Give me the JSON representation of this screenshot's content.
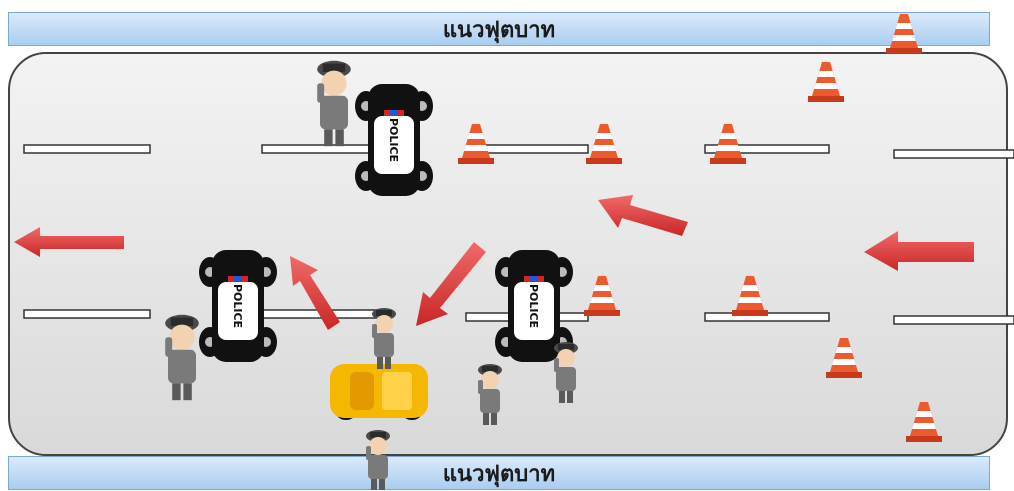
{
  "sidewalk_top_label": "แนวฟุตบาท",
  "sidewalk_bottom_label": "แนวฟุตบาท",
  "police_car_label": "POLICE",
  "colors": {
    "arrow": "#e23b3b",
    "cone": "#e84a2a",
    "taxi": "#f5b800",
    "sidewalk": "#b9d7f2",
    "road": "#e0e0e0"
  }
}
